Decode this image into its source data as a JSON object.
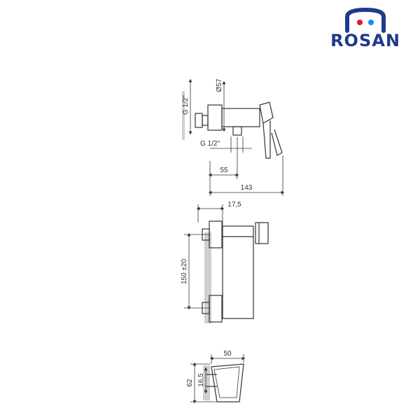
{
  "brand": {
    "name": "ROSAN",
    "colors": {
      "brand": "#1f3a8a",
      "accent_red": "#e31b23",
      "accent_blue": "#1e88e5"
    }
  },
  "drawing": {
    "line_color": "#333333",
    "wall_color": "#cfcfcf",
    "views": {
      "side": {
        "dims": {
          "thread_vertical": "G 1/2\"",
          "diameter": "Ø57",
          "thread_horizontal": "G 1/2\"",
          "depth_outlet": "55",
          "overall_length": "143"
        }
      },
      "front": {
        "dims": {
          "offset": "17,5",
          "centers": "150 ±20"
        }
      },
      "bottom": {
        "dims": {
          "width": "50",
          "height": "62",
          "spacing": "16,5"
        }
      }
    }
  }
}
